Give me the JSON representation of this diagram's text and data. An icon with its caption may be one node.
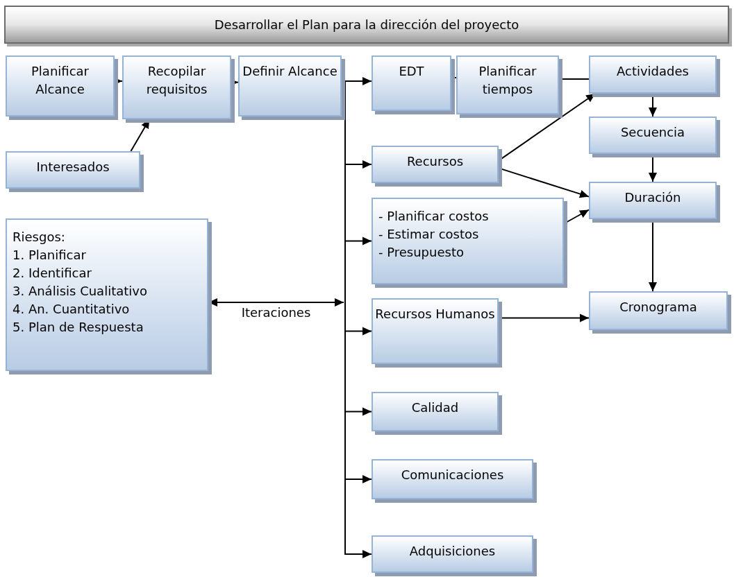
{
  "diagram": {
    "nodes": [
      {
        "text": [
          "Desarrollar el Plan para la dirección del proyecto"
        ]
      },
      {
        "text": [
          "Planificar Alcance"
        ]
      },
      {
        "text": [
          "Recopilar requisitos"
        ]
      },
      {
        "text": [
          "Definir Alcance"
        ]
      },
      {
        "text": [
          "EDT"
        ]
      },
      {
        "text": [
          "Planificar tiempos"
        ]
      },
      {
        "text": [
          "Actividades"
        ]
      },
      {
        "text": [
          "Interesados"
        ]
      },
      {
        "text": [
          "Secuencia"
        ]
      },
      {
        "text": [
          "Recursos"
        ]
      },
      {
        "text": [
          "Duración"
        ]
      },
      {
        "text": [
          "- Planificar costos",
          "- Estimar costos",
          "- Presupuesto"
        ]
      },
      {
        "text": [
          "Riesgos:",
          "1. Planificar",
          "2. Identificar",
          "3. Análisis Cualitativo",
          "4. An. Cuantitativo",
          "5. Plan de Respuesta"
        ]
      },
      {
        "text": [
          "Recursos Humanos"
        ]
      },
      {
        "text": [
          "Cronograma"
        ]
      },
      {
        "text": [
          "Calidad"
        ]
      },
      {
        "text": [
          "Comunicaciones"
        ]
      },
      {
        "text": [
          "Adquisiciones"
        ]
      }
    ],
    "edges": [
      {
        "from": 1,
        "to": 2,
        "arrow": "to"
      },
      {
        "from": 2,
        "to": 3,
        "arrow": "to"
      },
      {
        "from": 7,
        "to": 2,
        "arrow": "to"
      },
      {
        "from": 3,
        "to": 4,
        "arrow": "to"
      },
      {
        "from": 3,
        "to": 9,
        "arrow": "to"
      },
      {
        "from": 3,
        "to": 11,
        "arrow": "to"
      },
      {
        "from": 3,
        "to": 13,
        "arrow": "to"
      },
      {
        "from": 3,
        "to": 15,
        "arrow": "to"
      },
      {
        "from": 3,
        "to": 16,
        "arrow": "to"
      },
      {
        "from": 3,
        "to": 17,
        "arrow": "to"
      },
      {
        "from": 4,
        "to": 5,
        "arrow": "to"
      },
      {
        "from": 5,
        "to": 6,
        "arrow": "none"
      },
      {
        "from": 9,
        "to": 6,
        "arrow": "to"
      },
      {
        "from": 9,
        "to": 10,
        "arrow": "to"
      },
      {
        "from": 11,
        "to": 10,
        "arrow": "to"
      },
      {
        "from": 6,
        "to": 8,
        "arrow": "to"
      },
      {
        "from": 8,
        "to": 10,
        "arrow": "to"
      },
      {
        "from": 10,
        "to": 14,
        "arrow": "to"
      },
      {
        "from": 13,
        "to": 14,
        "arrow": "to"
      },
      {
        "from": 12,
        "to": null,
        "arrow": "both",
        "label": "Iteraciones"
      }
    ]
  }
}
